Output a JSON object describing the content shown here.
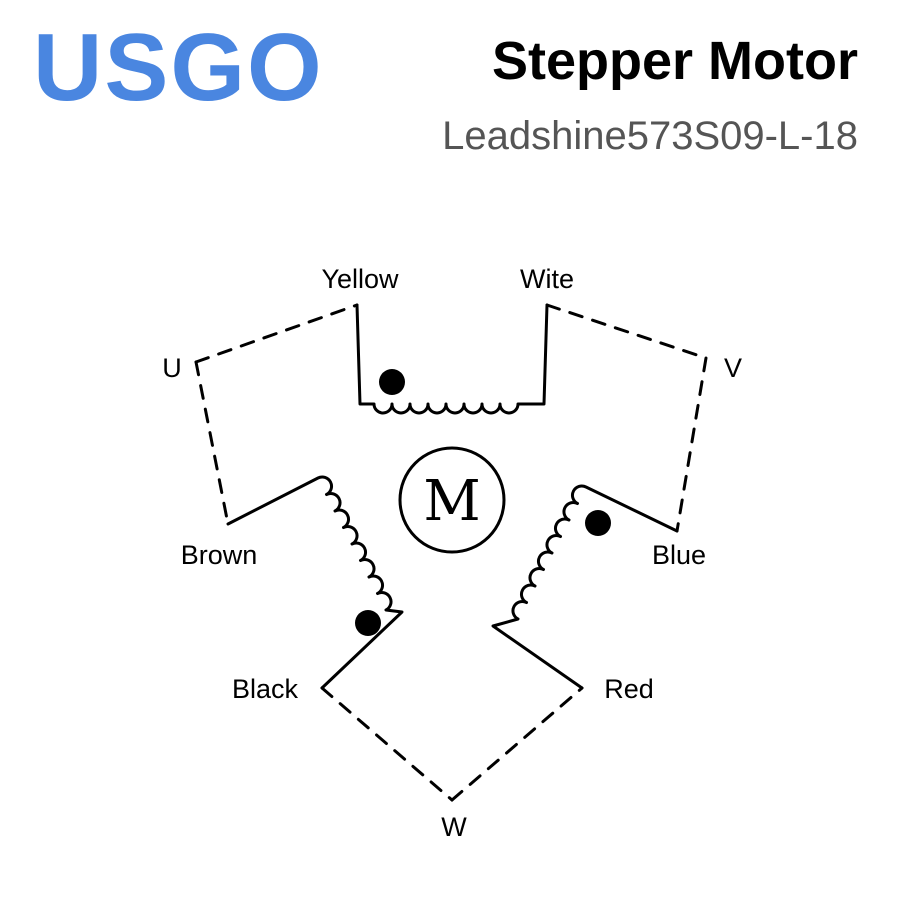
{
  "brand": {
    "logo_text": "USGO",
    "logo_color": "#4a86e0"
  },
  "header": {
    "title": "Stepper Motor",
    "model": "Leadshine573S09-L-18"
  },
  "diagram": {
    "motor_symbol": "M",
    "wire_labels": {
      "yellow": "Yellow",
      "white": "Wite",
      "brown": "Brown",
      "blue": "Blue",
      "black": "Black",
      "red": "Red"
    },
    "terminal_labels": {
      "u": "U",
      "v": "V",
      "w": "W"
    }
  }
}
